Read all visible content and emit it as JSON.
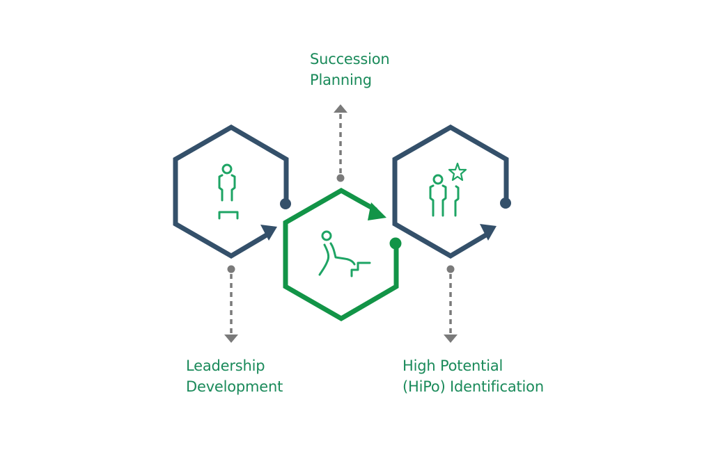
{
  "colors": {
    "slate": "#34506a",
    "green": "#129447",
    "icon_green": "#1ea464",
    "text_green": "#1a8a5a",
    "gray": "#7a7a7a",
    "background": "#ffffff"
  },
  "stages": [
    {
      "id": "leadership-development",
      "label_lines": [
        "Leadership",
        "Development"
      ],
      "icon": "person-on-pedestal-icon",
      "hex_color": "slate",
      "connector_direction": "down"
    },
    {
      "id": "succession-planning",
      "label_lines": [
        "Succession",
        "Planning"
      ],
      "icon": "person-climbing-stairs-icon",
      "hex_color": "green",
      "connector_direction": "up"
    },
    {
      "id": "hipo-identification",
      "label_lines": [
        "High Potential",
        "(HiPo) Identification"
      ],
      "icon": "two-people-with-star-icon",
      "hex_color": "slate",
      "connector_direction": "down"
    }
  ]
}
